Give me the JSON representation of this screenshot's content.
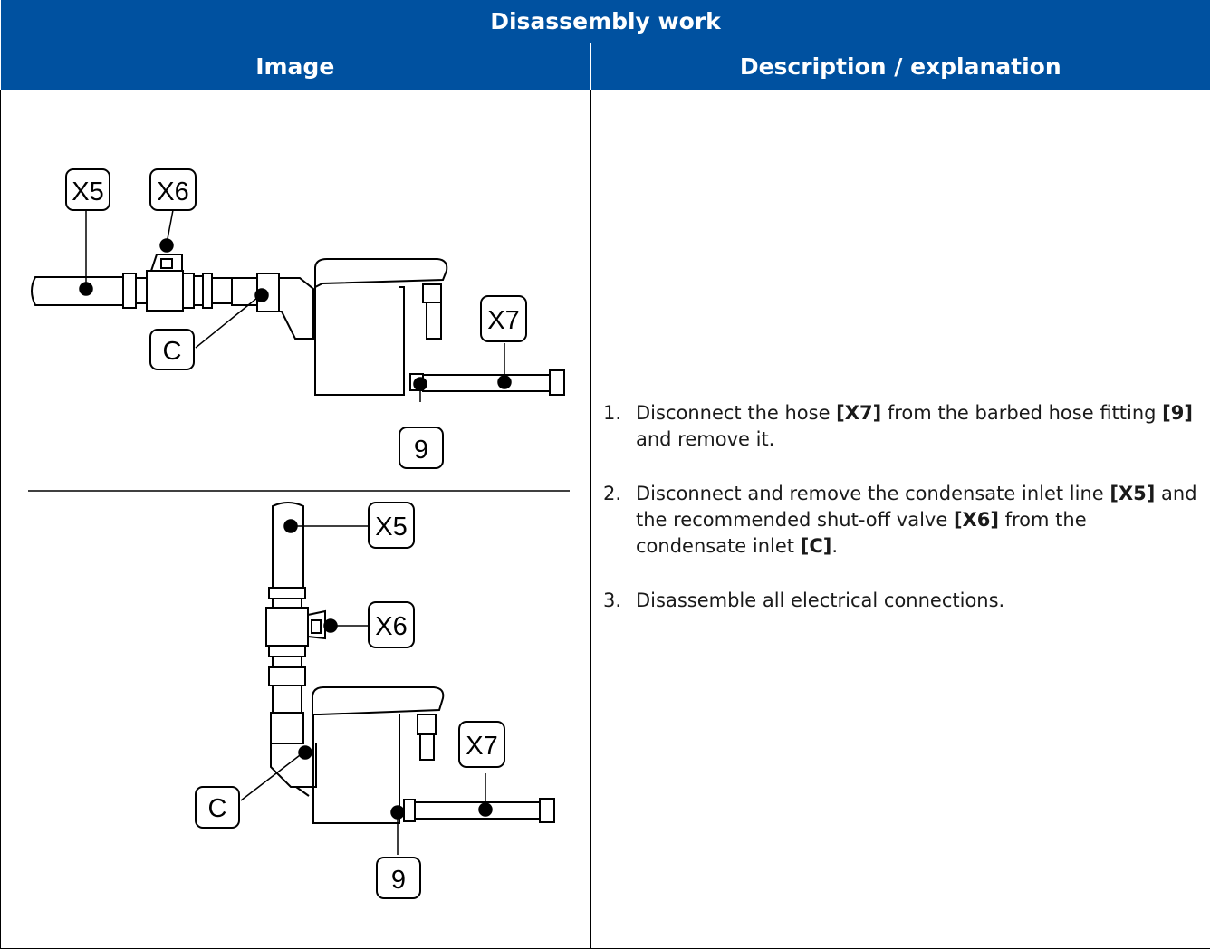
{
  "table": {
    "title": "Disassembly work",
    "col_image": "Image",
    "col_description": "Description / explanation"
  },
  "figure_top": {
    "labels": {
      "x5": "X5",
      "x6": "X6",
      "x7": "X7",
      "c": "C",
      "nine": "9"
    }
  },
  "figure_bottom": {
    "labels": {
      "x5": "X5",
      "x6": "X6",
      "x7": "X7",
      "c": "C",
      "nine": "9"
    }
  },
  "steps": [
    {
      "number": "1.",
      "parts": [
        {
          "t": "Disconnect the hose ",
          "b": false
        },
        {
          "t": "[X7]",
          "b": true
        },
        {
          "t": " from the barbed hose fitting ",
          "b": false
        },
        {
          "t": "[9]",
          "b": true
        },
        {
          "t": " and remove it.",
          "b": false
        }
      ]
    },
    {
      "number": "2.",
      "parts": [
        {
          "t": "Disconnect and remove the condensate inlet line ",
          "b": false
        },
        {
          "t": "[X5]",
          "b": true
        },
        {
          "t": " and the recommended shut-off valve ",
          "b": false
        },
        {
          "t": "[X6]",
          "b": true
        },
        {
          "t": " from the condensate inlet ",
          "b": false
        },
        {
          "t": "[C]",
          "b": true
        },
        {
          "t": ".",
          "b": false
        }
      ]
    },
    {
      "number": "3.",
      "parts": [
        {
          "t": "Disassemble all electrical connections.",
          "b": false
        }
      ]
    }
  ],
  "colors": {
    "header_bg": "#0051a0",
    "header_text": "#ffffff"
  }
}
